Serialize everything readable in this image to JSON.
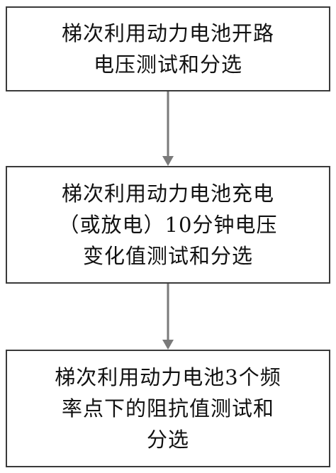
{
  "colors": {
    "border": "#3a3a3a",
    "arrow": "#7a7a7a",
    "text": "#111111",
    "background": "#ffffff"
  },
  "steps": [
    {
      "lines": [
        "梯次利用动力电池开路",
        "电压测试和分选"
      ]
    },
    {
      "lines": [
        "梯次利用动力电池充电",
        "（或放电）10分钟电压",
        "变化值测试和分选"
      ]
    },
    {
      "lines": [
        "梯次利用动力电池3个频",
        "率点下的阻抗值测试和",
        "分选"
      ]
    }
  ]
}
